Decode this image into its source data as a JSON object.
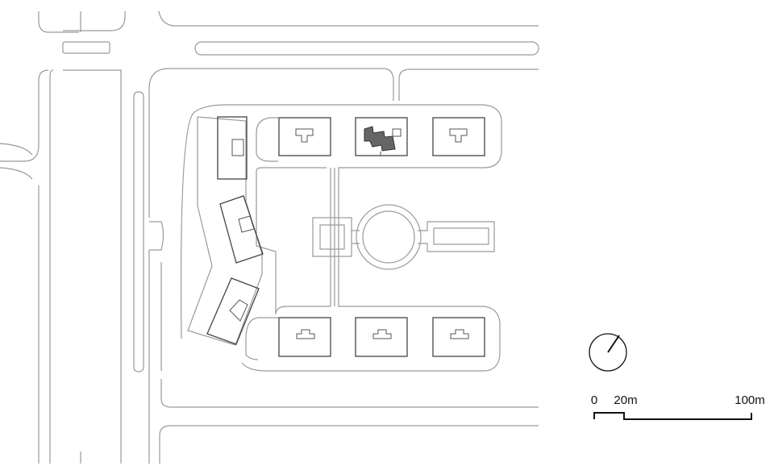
{
  "scale": {
    "labels": [
      "0",
      "20m",
      "100m"
    ]
  },
  "north_arrow": {
    "icon": "north-arrow-icon"
  }
}
